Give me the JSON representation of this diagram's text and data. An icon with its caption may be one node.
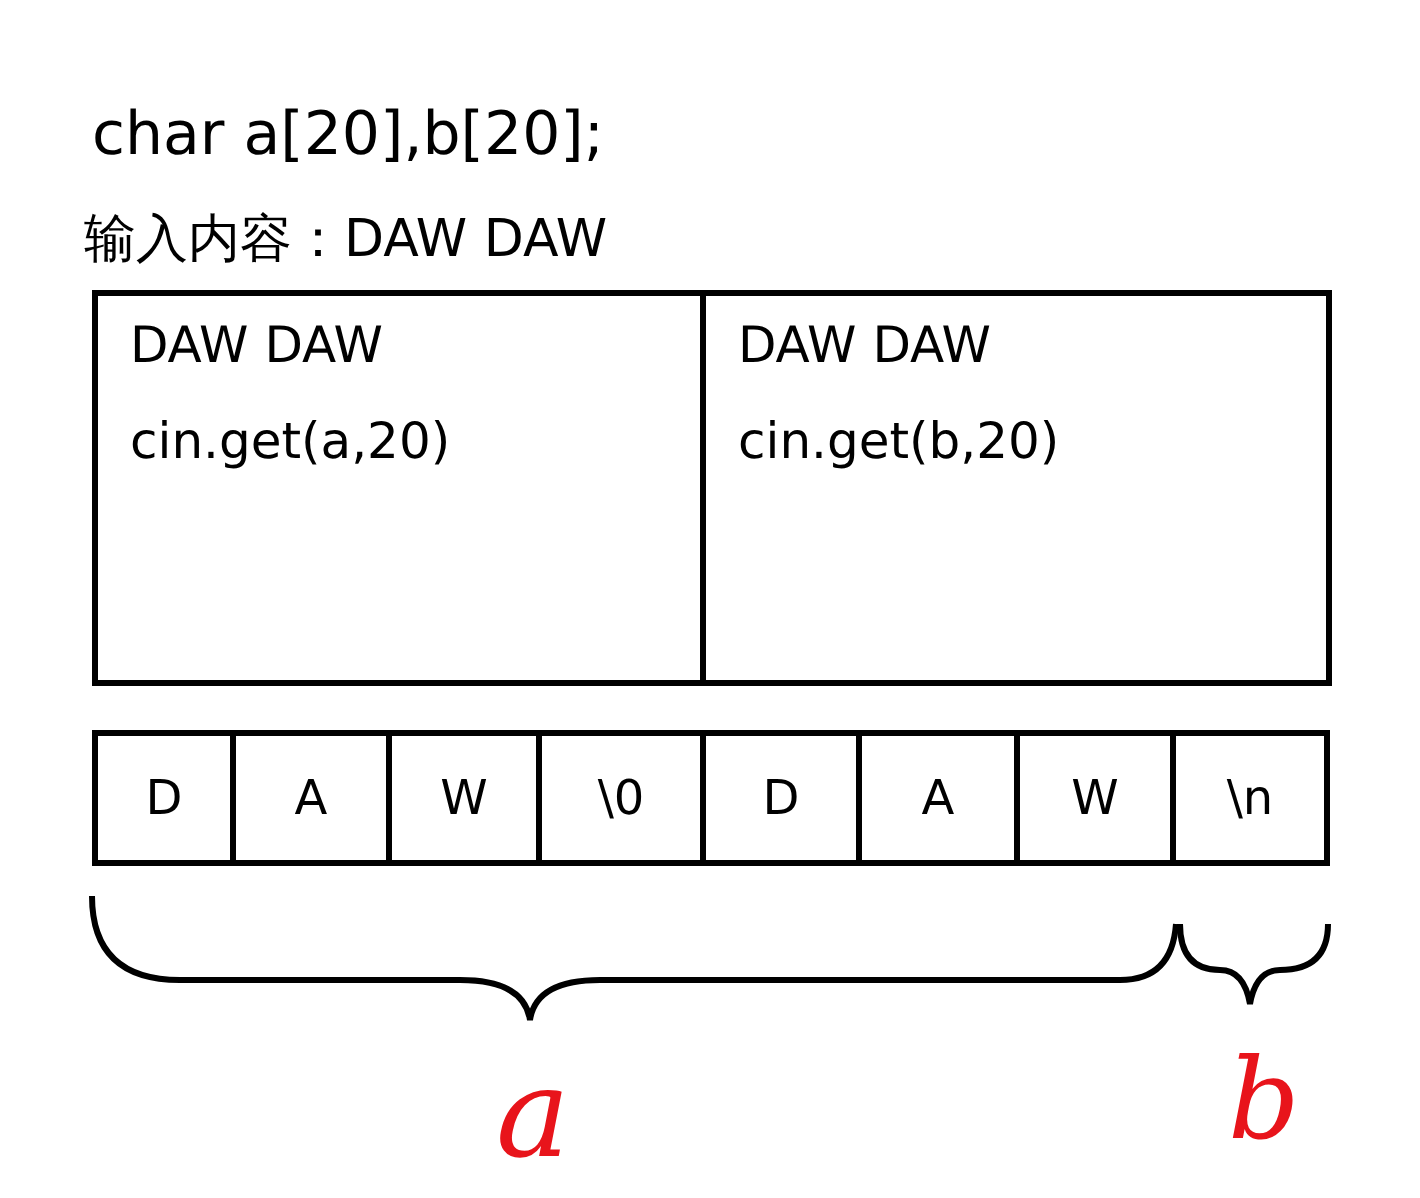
{
  "diagram": {
    "title": "char a[20],b[20];",
    "nodes": [
      {
        "text": [
          "DAW DAW",
          "cin.get(a,20)"
        ]
      },
      {
        "text": [
          "DAW DAW",
          "cin.get(b,20)"
        ]
      },
      {
        "text": [
          "D"
        ]
      },
      {
        "text": [
          "A"
        ]
      },
      {
        "text": [
          "W"
        ]
      },
      {
        "text": [
          "\\0"
        ]
      },
      {
        "text": [
          "D"
        ]
      },
      {
        "text": [
          "A"
        ]
      },
      {
        "text": [
          "W"
        ]
      },
      {
        "text": [
          "\\n"
        ]
      }
    ],
    "edges": [],
    "labels": [
      "输入内容：DAW DAW",
      "a",
      "b"
    ]
  }
}
